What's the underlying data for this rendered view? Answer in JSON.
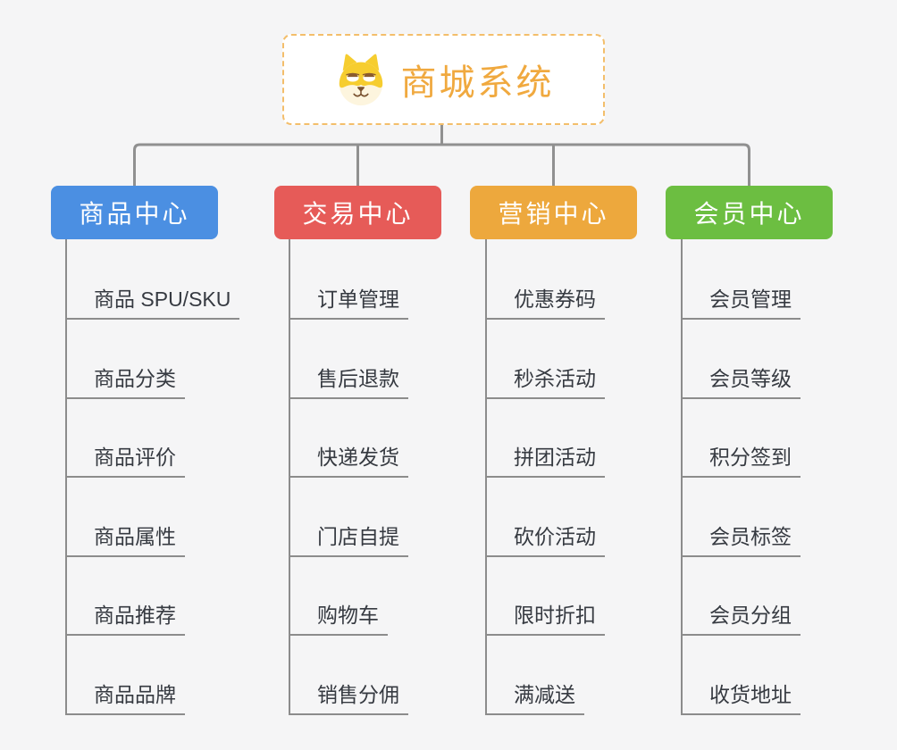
{
  "root": {
    "title": "商城系统",
    "icon": "dog-face-icon",
    "accent_color": "#F0A93F",
    "border_color": "#F3BE6B"
  },
  "branches": [
    {
      "label": "商品中心",
      "color": "#4B8FE2",
      "items": [
        "商品 SPU/SKU",
        "商品分类",
        "商品评价",
        "商品属性",
        "商品推荐",
        "商品品牌"
      ]
    },
    {
      "label": "交易中心",
      "color": "#E65B58",
      "items": [
        "订单管理",
        "售后退款",
        "快递发货",
        "门店自提",
        "购物车",
        "销售分佣"
      ]
    },
    {
      "label": "营销中心",
      "color": "#EDA83D",
      "items": [
        "优惠券码",
        "秒杀活动",
        "拼团活动",
        "砍价活动",
        "限时折扣",
        "满减送"
      ]
    },
    {
      "label": "会员中心",
      "color": "#6CBE41",
      "items": [
        "会员管理",
        "会员等级",
        "积分签到",
        "会员标签",
        "会员分组",
        "收货地址"
      ]
    }
  ],
  "line_color": "#909090",
  "background_color": "#F5F5F6"
}
